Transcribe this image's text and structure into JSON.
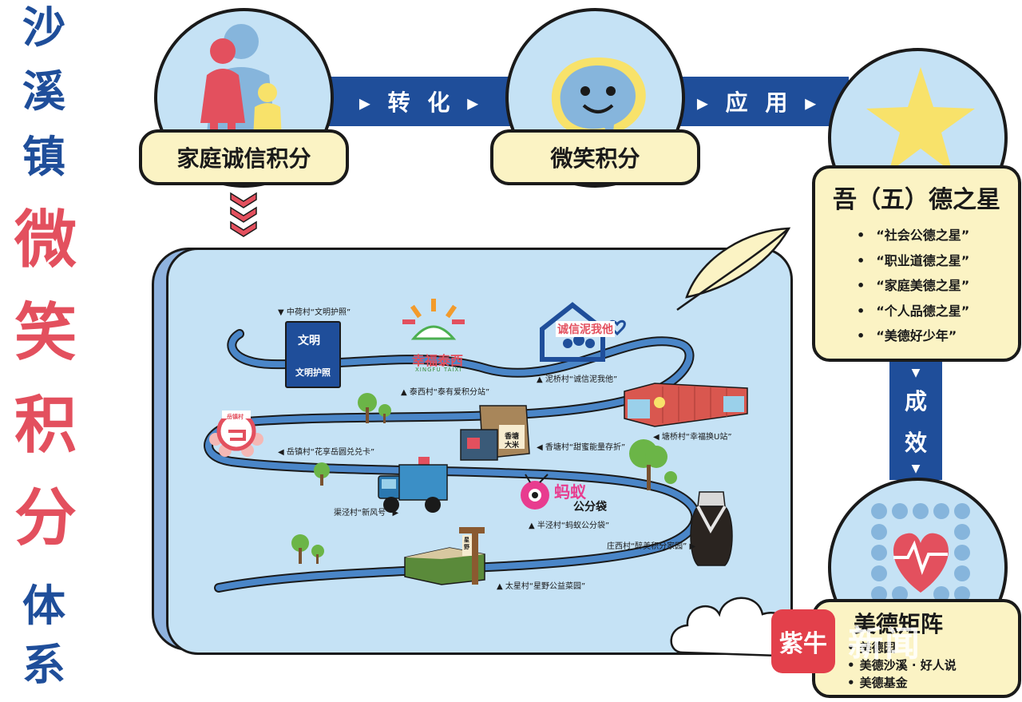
{
  "title": {
    "chars_blue_top": [
      "沙",
      "溪",
      "镇"
    ],
    "chars_red": [
      "微",
      "笑",
      "积",
      "分"
    ],
    "chars_blue_bottom": [
      "体",
      "系"
    ]
  },
  "flow": {
    "family_credit": "家庭诚信积分",
    "smile_points": "微笑积分",
    "transform_label": "转 化",
    "apply_label": "应 用",
    "result_label": [
      "成",
      "效"
    ]
  },
  "stars": {
    "title": "吾（五）德之星",
    "items": [
      "“社会公德之星”",
      "“职业道德之星”",
      "“家庭美德之星”",
      "“个人品德之星”",
      "“美德好少年”"
    ]
  },
  "matrix": {
    "title": "美德矩阵",
    "items": [
      "美德园",
      "美德沙溪 · 好人说",
      "美德基金"
    ]
  },
  "map": {
    "labels": {
      "zhonghe": "中荷村“文明护照”",
      "taixi": "泰西村“泰有爱积分站”",
      "niqiao": "泥桥村“诚信泥我他”",
      "yuezhen": "岳镇村“花享岳圆兑兑卡”",
      "xiangtang": "香塘村“甜蜜能量存折”",
      "tangqiao": "塘桥村“幸福换U站”",
      "liujing": "渠泾村“新风号”",
      "banjing": "半泾村“蚂蚁公分袋”",
      "zhuangxi": "庄西村“醉美积分家园”",
      "taixing": "太星村“星野公益菜园”"
    },
    "passport_label": "文明护照",
    "passport_mark": "文明",
    "taixi_brand": "幸福泰西",
    "taixi_sub": "XINGFU TAIXI",
    "niqiao_brand": "诚信泥我他",
    "ant_brand": "蚂蚁",
    "ant_sub": "公分袋",
    "rice_label": "香塘大米",
    "farm_label": "星野",
    "yue_label": "岳镇村"
  },
  "logo": {
    "text": "紫牛",
    "watermark": "新闻"
  },
  "colors": {
    "blue": "#1f4e9a",
    "red": "#e3505e",
    "cream": "#fbf3c4",
    "light_blue": "#c5e2f5"
  }
}
